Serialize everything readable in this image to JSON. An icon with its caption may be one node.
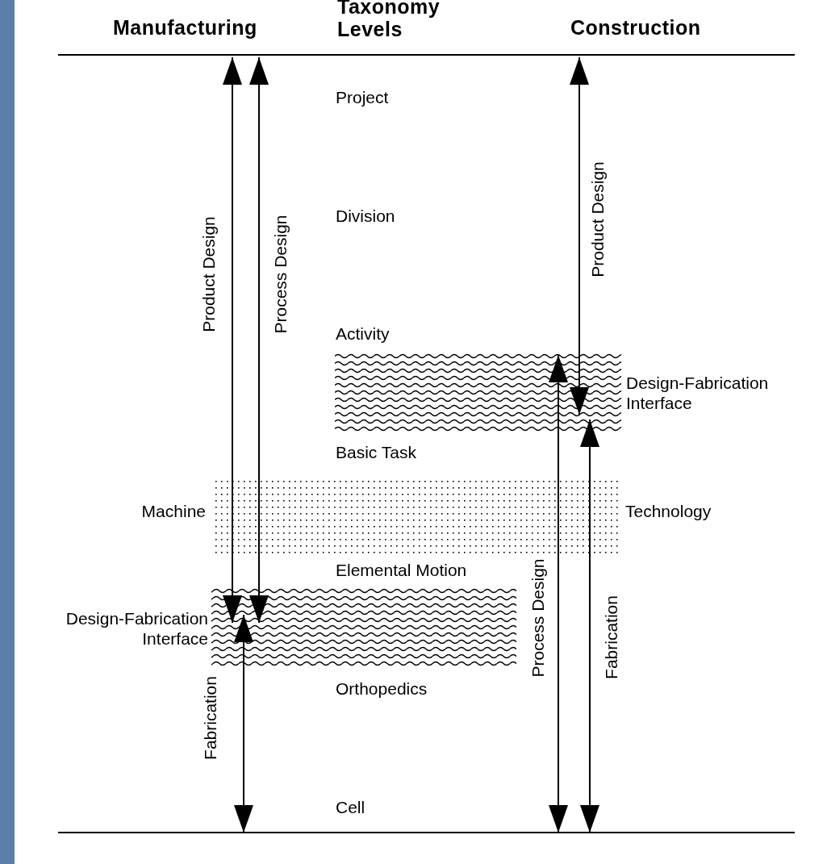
{
  "diagram": {
    "nodes": [
      {
        "text": [
          "Design-Fabrication Interface"
        ]
      },
      {
        "text": [
          "Machine",
          "Technology"
        ]
      },
      {
        "text": [
          "Design-Fabrication Interface"
        ]
      }
    ],
    "edges": [
      {
        "from": null,
        "to": 2,
        "arrow": "both",
        "label": "Product Design"
      },
      {
        "from": null,
        "to": 2,
        "arrow": "both",
        "label": "Process Design"
      },
      {
        "from": null,
        "to": 0,
        "arrow": "both",
        "label": "Product Design"
      },
      {
        "from": 0,
        "to": null,
        "arrow": "both",
        "label": "Process Design"
      },
      {
        "from": null,
        "to": 0,
        "arrow": "both",
        "label": "Fabrication"
      },
      {
        "from": null,
        "to": 2,
        "arrow": "both",
        "label": "Fabrication"
      }
    ],
    "labels": [
      "Manufacturing",
      "Taxonomy Levels",
      "Construction",
      "Project",
      "Division",
      "Activity",
      "Basic Task",
      "Elemental Motion",
      "Orthopedics",
      "Cell"
    ]
  }
}
